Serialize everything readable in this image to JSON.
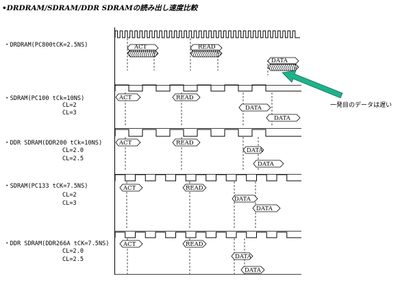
{
  "title": "•DRDRAM/SDRAM/DDR SDRAMの読み出し速度比較",
  "annotation": "一発目のデータは遅い",
  "colors": {
    "arrow": "#1fb28a",
    "line": "#000000"
  },
  "sections": [
    {
      "label": "・DRDRAM(PC800tCK=2.5NS)",
      "sub": [],
      "bubbles": [
        {
          "text": "ACT",
          "hatched": true
        },
        {
          "text": "READ",
          "hatched": true
        },
        {
          "text": "DATA",
          "hatched": true
        }
      ]
    },
    {
      "label": "・SDRAM(PC100 tCk=10NS)",
      "sub": [
        "CL=2",
        "CL=3"
      ],
      "bubbles": [
        {
          "text": "ACT"
        },
        {
          "text": "READ"
        },
        {
          "text": "DATA"
        },
        {
          "text": "DATA"
        }
      ]
    },
    {
      "label": "・DDR  SDRAM(DDR200 tCk=10NS)",
      "sub": [
        "CL=2.0",
        "CL=2.5"
      ],
      "bubbles": [
        {
          "text": "ACT"
        },
        {
          "text": "READ"
        },
        {
          "text": "DATA"
        },
        {
          "text": "DATA"
        }
      ]
    },
    {
      "label": "・SDRAM(PC133 tCK=7.5NS)",
      "sub": [
        "CL=2",
        "CL=3"
      ],
      "bubbles": [
        {
          "text": "ACT"
        },
        {
          "text": "READ"
        },
        {
          "text": "DATA"
        },
        {
          "text": "DATA"
        }
      ]
    },
    {
      "label": "・DDR  SDRAM(DDR266A tCK=7.5NS)",
      "sub": [
        "CL=2.0",
        "CL=2.5"
      ],
      "bubbles": [
        {
          "text": "ACT"
        },
        {
          "text": "READ"
        },
        {
          "text": "DATA"
        },
        {
          "text": "DATA"
        }
      ]
    }
  ]
}
